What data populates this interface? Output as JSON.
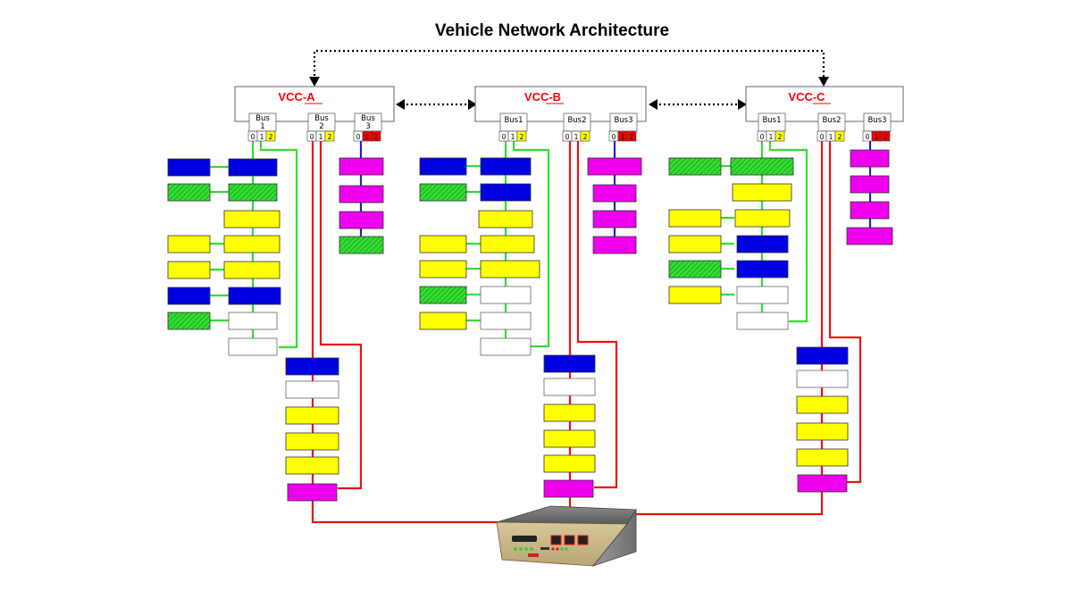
{
  "title": "Vehicle Network Architecture",
  "colors": {
    "blue": "#0000e0",
    "green": "#33dd33",
    "yellow": "#ffff00",
    "magenta": "#ee00ee",
    "white": "#ffffff",
    "wire_green": "#33dd33",
    "wire_red": "#ee1111",
    "wire_blue": "#2222cc",
    "vcc_label": "#ff0000"
  },
  "vcc_units": [
    {
      "name": "VCC-A",
      "buses": [
        {
          "label": "Bus\n1",
          "cells": [
            "0",
            "1",
            "2"
          ],
          "highlight": "yellow"
        },
        {
          "label": "Bus\n2",
          "cells": [
            "0",
            "1",
            "2"
          ],
          "highlight": "yellow"
        },
        {
          "label": "Bus\n3",
          "cells": [
            "0",
            "1",
            "2"
          ],
          "highlight": "red"
        }
      ]
    },
    {
      "name": "VCC-B",
      "buses": [
        {
          "label": "Bus1",
          "cells": [
            "0",
            "1",
            "2"
          ],
          "highlight": "yellow"
        },
        {
          "label": "Bus2",
          "cells": [
            "0",
            "1",
            "2"
          ],
          "highlight": "yellow"
        },
        {
          "label": "Bus3",
          "cells": [
            "0",
            "1",
            "2"
          ],
          "highlight": "red"
        }
      ]
    },
    {
      "name": "VCC-C",
      "buses": [
        {
          "label": "Bus1",
          "cells": [
            "0",
            "1",
            "2"
          ],
          "highlight": "yellow"
        },
        {
          "label": "Bus2",
          "cells": [
            "0",
            "1",
            "2"
          ],
          "highlight": "yellow"
        },
        {
          "label": "Bus3",
          "cells": [
            "0",
            "1",
            "2"
          ],
          "highlight": "red"
        }
      ]
    }
  ],
  "networks": {
    "A": {
      "bus1_main": [
        "blue",
        "hatch-green",
        "yellow",
        "yellow",
        "yellow",
        "blue",
        "white",
        "white"
      ],
      "bus1_side": [
        "blue",
        "hatch-green",
        null,
        "yellow",
        "yellow",
        "blue",
        "hatch-green",
        null
      ],
      "bus2": [
        "blue",
        "white",
        "yellow",
        "yellow",
        "yellow",
        "magenta"
      ],
      "bus3": [
        "magenta",
        "magenta",
        "magenta",
        "hatch-green"
      ]
    },
    "B": {
      "bus1_main": [
        "blue",
        "blue",
        "yellow",
        "yellow",
        "yellow",
        "white",
        "white",
        "white"
      ],
      "bus1_side": [
        "blue",
        "hatch-green",
        null,
        "yellow",
        "yellow",
        "hatch-green",
        "yellow",
        null
      ],
      "bus2": [
        "blue",
        "white",
        "yellow",
        "yellow",
        "yellow",
        "magenta"
      ],
      "bus3": [
        "magenta",
        "magenta",
        "magenta",
        "magenta"
      ]
    },
    "C": {
      "bus1_main": [
        "hatch-green",
        "yellow",
        "yellow",
        "blue",
        "blue",
        "white",
        "white"
      ],
      "bus1_side": [
        "hatch-green",
        null,
        "yellow",
        "yellow",
        "hatch-green",
        "yellow",
        null
      ],
      "bus2": [
        "blue",
        "white",
        "yellow",
        "yellow",
        "yellow",
        "magenta"
      ],
      "bus3": [
        "magenta",
        "magenta",
        "magenta",
        "magenta"
      ]
    }
  }
}
